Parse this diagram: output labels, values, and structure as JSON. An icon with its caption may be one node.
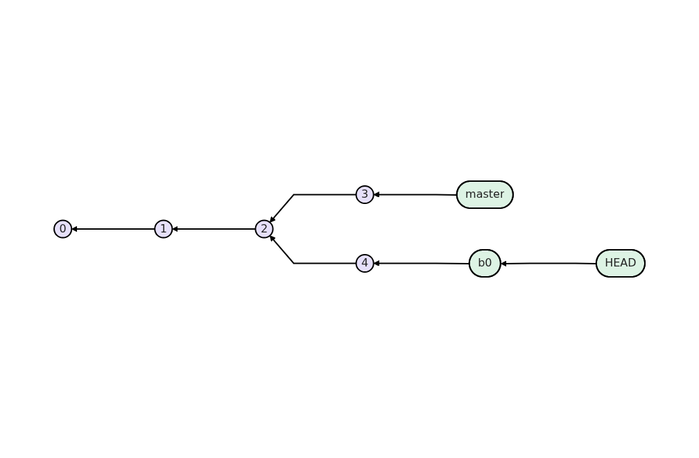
{
  "diagram": {
    "nodes": [
      {
        "text": [
          "master"
        ]
      },
      {
        "text": [
          "0"
        ]
      },
      {
        "text": [
          "1"
        ]
      },
      {
        "text": [
          "2"
        ]
      },
      {
        "text": [
          "3"
        ]
      },
      {
        "text": [
          "4"
        ]
      },
      {
        "text": [
          "b0"
        ]
      },
      {
        "text": [
          "HEAD"
        ]
      }
    ],
    "edges": [
      {
        "from": 2,
        "to": 1,
        "arrow": "to"
      },
      {
        "from": 3,
        "to": 2,
        "arrow": "to"
      },
      {
        "from": 4,
        "to": 3,
        "arrow": "to"
      },
      {
        "from": 5,
        "to": 3,
        "arrow": "to"
      },
      {
        "from": 0,
        "to": 4,
        "arrow": "to"
      },
      {
        "from": 6,
        "to": 5,
        "arrow": "to"
      },
      {
        "from": 7,
        "to": 6,
        "arrow": "to"
      }
    ]
  }
}
